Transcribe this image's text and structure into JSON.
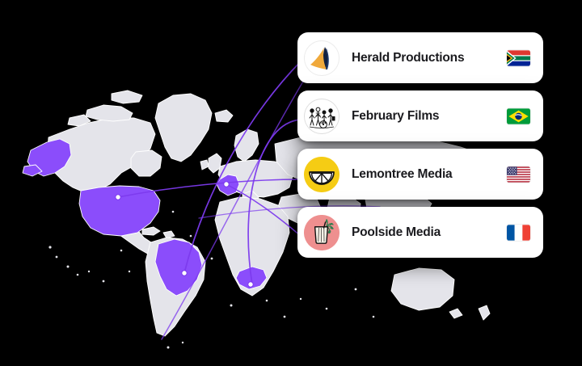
{
  "background_color": "#000000",
  "map": {
    "land_color": "#e4e4ea",
    "highlight_color": "#8b4dfb",
    "border_color": "#ffffff",
    "connector_color": "#7c3aed",
    "marker_color": "#ffffff",
    "highlighted_countries": [
      {
        "name": "United States of America",
        "code": "US",
        "marker": true
      },
      {
        "name": "Brazil",
        "code": "BR",
        "marker": true
      },
      {
        "name": "France",
        "code": "FR",
        "marker": true
      },
      {
        "name": "South Africa",
        "code": "ZA",
        "marker": true
      }
    ]
  },
  "cards": [
    {
      "name": "Herald Productions",
      "logo_icon": "herald-sail-logo",
      "logo_bg": "#ffffff",
      "logo_colors": [
        "#f0a93b",
        "#13213f"
      ],
      "flag_icon": "flag-south-africa",
      "flag_country": "South Africa",
      "flag_code": "ZA"
    },
    {
      "name": "February Films",
      "logo_icon": "february-people-illustration-logo",
      "logo_bg": "#ffffff",
      "logo_colors": [
        "#1a1a1a",
        "#ffffff"
      ],
      "flag_icon": "flag-brazil",
      "flag_country": "Brazil",
      "flag_code": "BR"
    },
    {
      "name": "Lemontree Media",
      "logo_icon": "lemontree-lemon-slice-logo",
      "logo_bg": "#f5cc14",
      "logo_colors": [
        "#f5cc14",
        "#1a1a1a",
        "#ffffff"
      ],
      "flag_icon": "flag-united-states",
      "flag_country": "United States",
      "flag_code": "US"
    },
    {
      "name": "Poolside Media",
      "logo_icon": "poolside-drink-glass-logo",
      "logo_bg": "#ee8f8f",
      "logo_colors": [
        "#ee8f8f",
        "#f2efe6",
        "#2e7d4f"
      ],
      "flag_icon": "flag-france",
      "flag_country": "France",
      "flag_code": "FR"
    }
  ]
}
